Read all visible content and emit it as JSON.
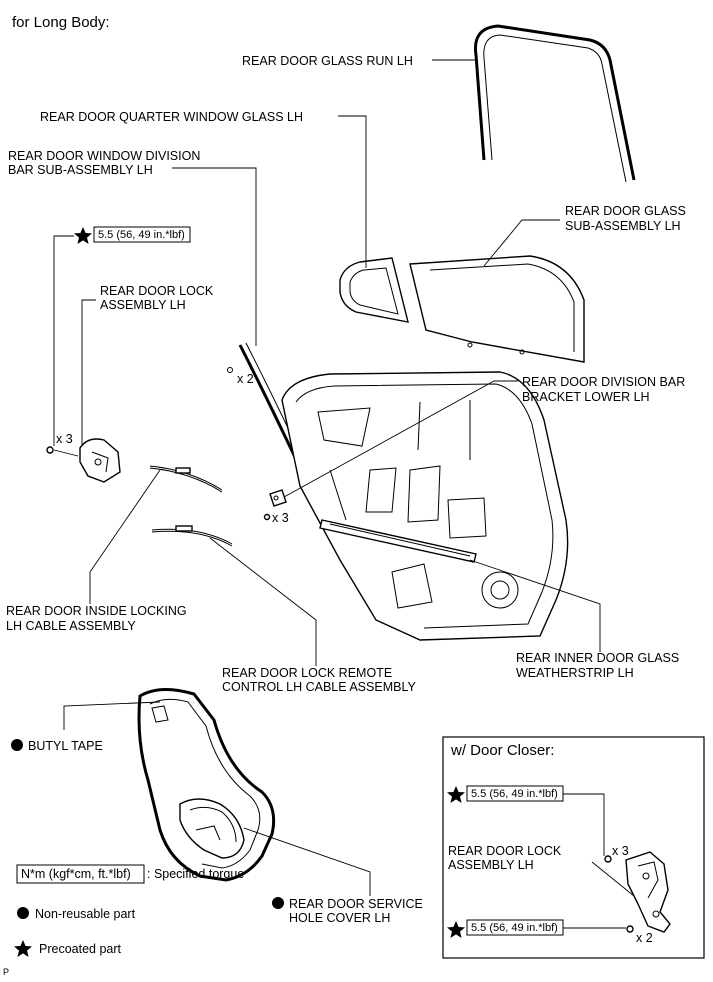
{
  "header": "for Long Body:",
  "labels": {
    "glass_run": "REAR DOOR GLASS RUN LH",
    "quarter_glass": "REAR DOOR QUARTER WINDOW GLASS LH",
    "division_bar_1": "REAR DOOR WINDOW DIVISION",
    "division_bar_2": "BAR SUB-ASSEMBLY LH",
    "glass_sub_1": "REAR DOOR GLASS",
    "glass_sub_2": "SUB-ASSEMBLY LH",
    "lock_1": "REAR DOOR LOCK",
    "lock_2": "ASSEMBLY LH",
    "bracket_1": "REAR DOOR DIVISION BAR",
    "bracket_2": "BRACKET LOWER LH",
    "inside_cable_1": "REAR DOOR INSIDE LOCKING",
    "inside_cable_2": "LH CABLE ASSEMBLY",
    "remote_cable_1": "REAR DOOR LOCK REMOTE",
    "remote_cable_2": "CONTROL LH CABLE ASSEMBLY",
    "weatherstrip_1": "REAR INNER DOOR GLASS",
    "weatherstrip_2": "WEATHERSTRIP LH",
    "butyl": "BUTYL TAPE",
    "service_cover_1": "REAR DOOR SERVICE",
    "service_cover_2": "HOLE COVER LH"
  },
  "qty": {
    "lock_screws": "x 3",
    "bar_screws": "x 2",
    "bracket_screws": "x 3",
    "closer_lock_screws": "x 3",
    "closer_bottom_screws": "x 2"
  },
  "torque": {
    "main": "5.5 (56, 49 in.*lbf)",
    "closer_top": "5.5 (56, 49 in.*lbf)",
    "closer_bottom": "5.5 (56, 49 in.*lbf)"
  },
  "closer": {
    "title": "w/ Door Closer:",
    "lock_1": "REAR DOOR LOCK",
    "lock_2": "ASSEMBLY LH"
  },
  "legend": {
    "torque_box": "N*m (kgf*cm, ft.*lbf)",
    "torque_text": ": Specified torque",
    "non_reusable": "Non-reusable part",
    "precoated": "Precoated part"
  },
  "corner_mark": "P"
}
